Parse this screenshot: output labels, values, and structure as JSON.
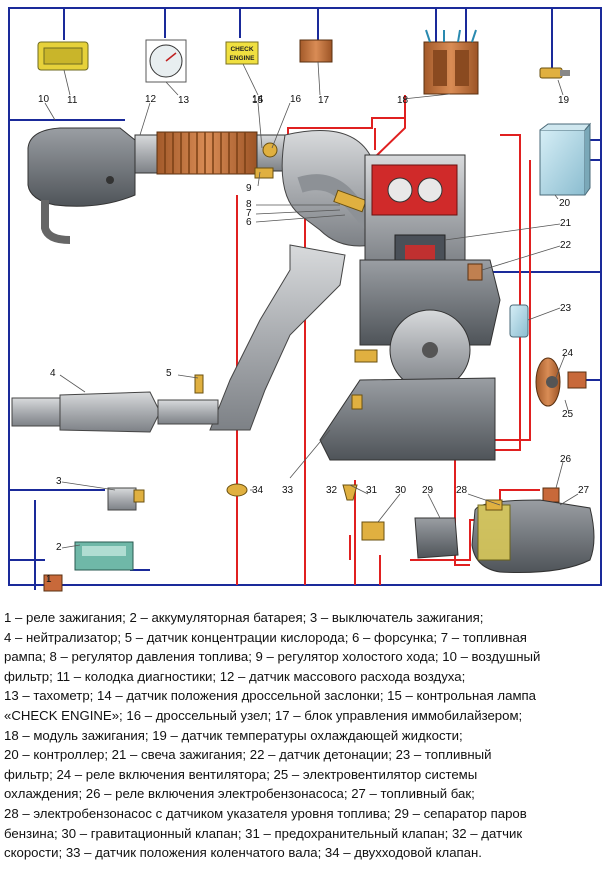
{
  "diagram": {
    "colors": {
      "signal_wire": "#1a2a9a",
      "fuel_line": "#e02020",
      "metal": "#b9bcc0",
      "dark_metal": "#6e7378",
      "tan_body": "#c8693a",
      "bronze": "#c07a45",
      "yellow_label": "#f0e040",
      "cyan_box": "#a8d8e8"
    },
    "check_engine_label": "CHECK ENGINE",
    "callouts": [
      "1",
      "2",
      "3",
      "4",
      "5",
      "6",
      "7",
      "8",
      "9",
      "10",
      "11",
      "12",
      "13",
      "14",
      "15",
      "16",
      "17",
      "18",
      "19",
      "20",
      "21",
      "22",
      "23",
      "24",
      "25",
      "26",
      "27",
      "28",
      "29",
      "30",
      "31",
      "32",
      "33",
      "34"
    ]
  },
  "legend": {
    "lines": [
      "1 – реле зажигания; 2 – аккумуляторная батарея; 3 – выключатель зажигания;",
      "4 – нейтрализатор; 5 – датчик концентрации кислорода; 6 – форсунка; 7 – топливная",
      "рампа; 8 – регулятор давления топлива; 9 – регулятор холостого хода; 10 – воздушный",
      "фильтр; 11 – колодка диагностики; 12 – датчик массового расхода воздуха;",
      "13 – тахометр; 14 – датчик положения дроссельной заслонки; 15 – контрольная лампа",
      "«CHECK ENGINE»; 16 – дроссельный узел; 17 – блок управления иммобилайзером;",
      "18 – модуль зажигания; 19 – датчик температуры охлаждающей жидкости;",
      "20 – контроллер; 21 – свеча зажигания; 22 – датчик детонации; 23 – топливный",
      "фильтр; 24 – реле включения вентилятора; 25 – электровентилятор системы",
      "охлаждения; 26 – реле включения электробензонасоса; 27 – топливный бак;",
      "28 – электробензонасос с датчиком указателя уровня топлива; 29 – сепаратор паров",
      "бензина; 30 – гравитационный клапан; 31 – предохранительный клапан; 32 – датчик",
      "скорости; 33 – датчик положения коленчатого вала; 34 – двухходовой клапан."
    ]
  }
}
